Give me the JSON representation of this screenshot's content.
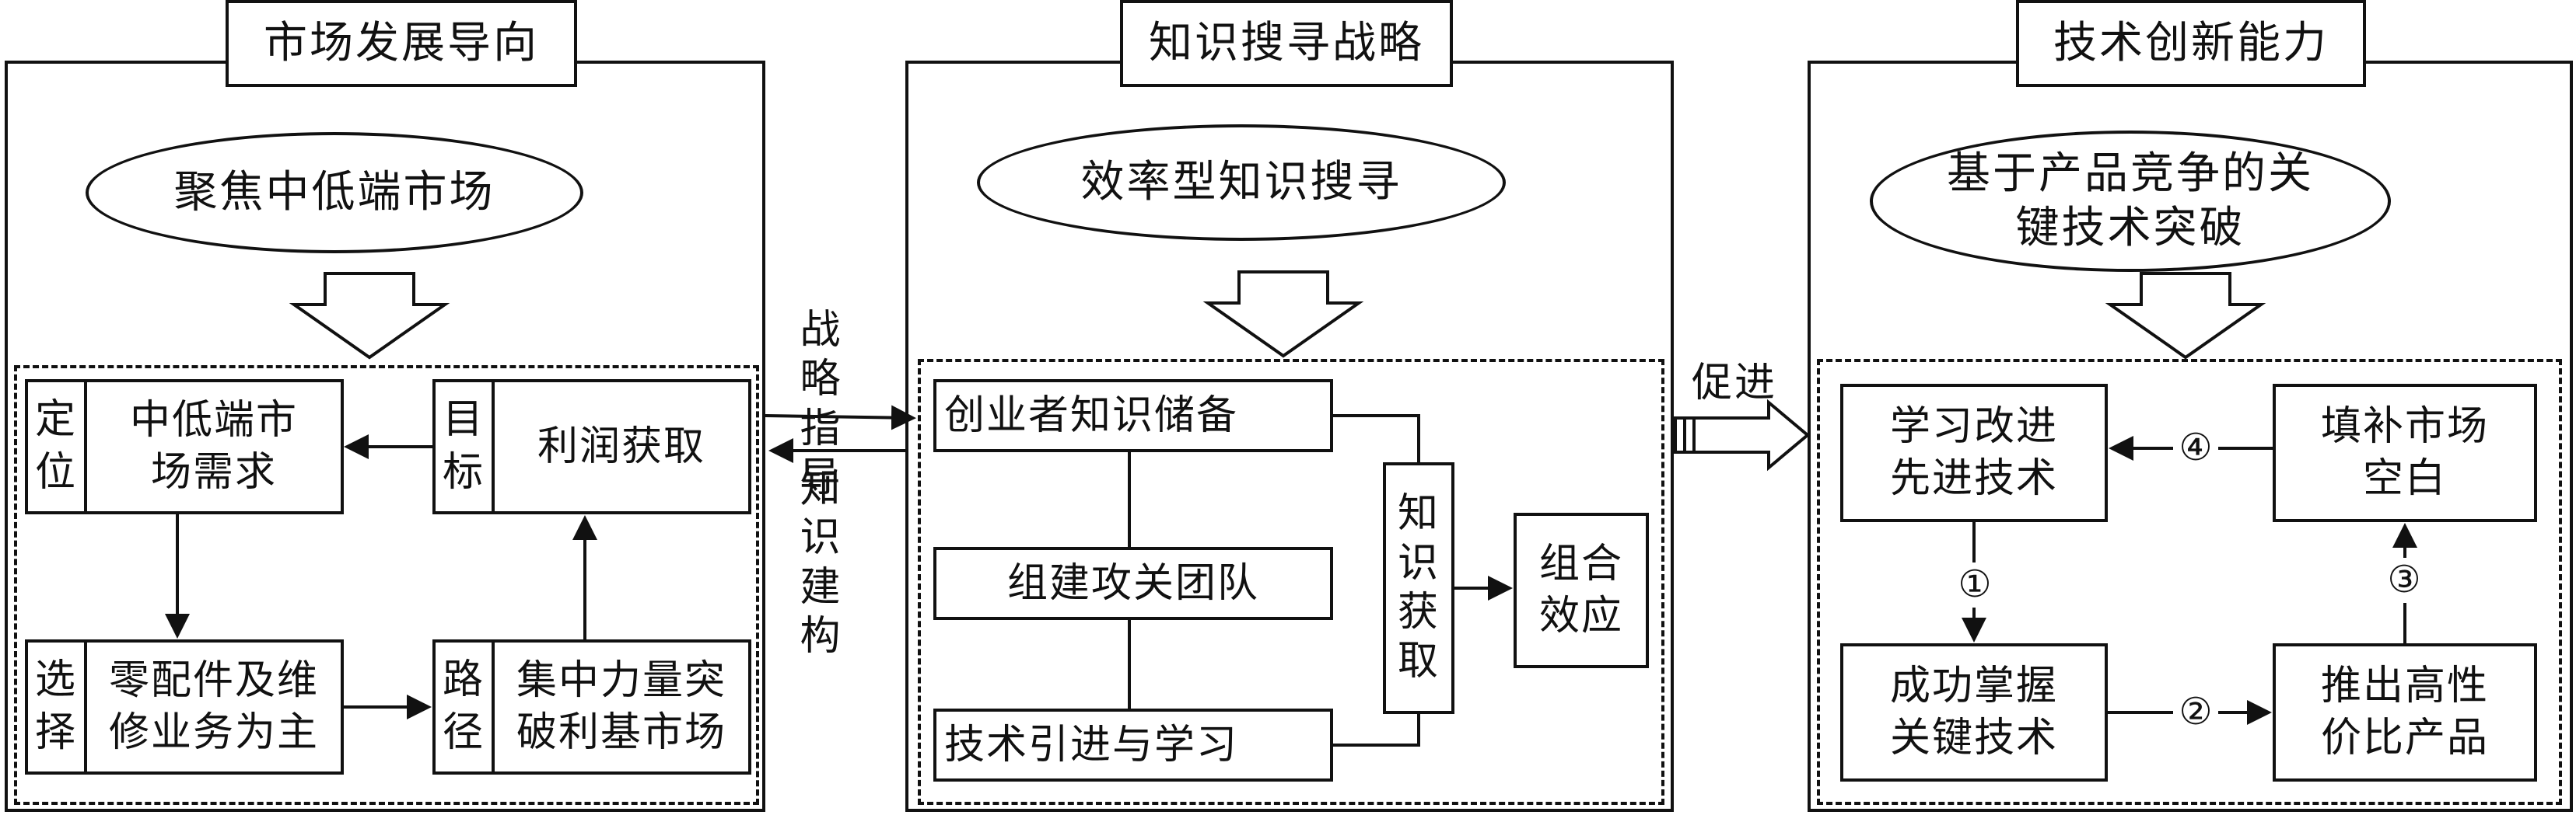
{
  "left": {
    "title": "市场发展导向",
    "ellipse": "聚焦中低端市场",
    "dingwei": {
      "tag": "定位",
      "text": "中低端市场需求"
    },
    "mubiao": {
      "tag": "目标",
      "text": "利润获取"
    },
    "xuanze": {
      "tag": "选择",
      "text": "零配件及维修业务为主"
    },
    "lujing": {
      "tag": "路径",
      "text": "集中力量突破利基市场"
    }
  },
  "link_left": {
    "top": "战略指导",
    "bottom": "知识建构"
  },
  "middle": {
    "title": "知识搜寻战略",
    "ellipse": "效率型知识搜寻",
    "box1": "创业者知识储备",
    "box2": "组建攻关团队",
    "box3": "技术引进与学习",
    "acquire": "知识获取",
    "effect": "组合效应"
  },
  "link_right": {
    "label": "促进"
  },
  "right": {
    "title": "技术创新能力",
    "ellipse": "基于产品竞争的关键技术突破",
    "box_learn": "学习改进先进技术",
    "box_fill": "填补市场空白",
    "box_master": "成功掌握关键技术",
    "box_launch": "推出高性价比产品",
    "step1": "①",
    "step2": "②",
    "step3": "③",
    "step4": "④"
  }
}
